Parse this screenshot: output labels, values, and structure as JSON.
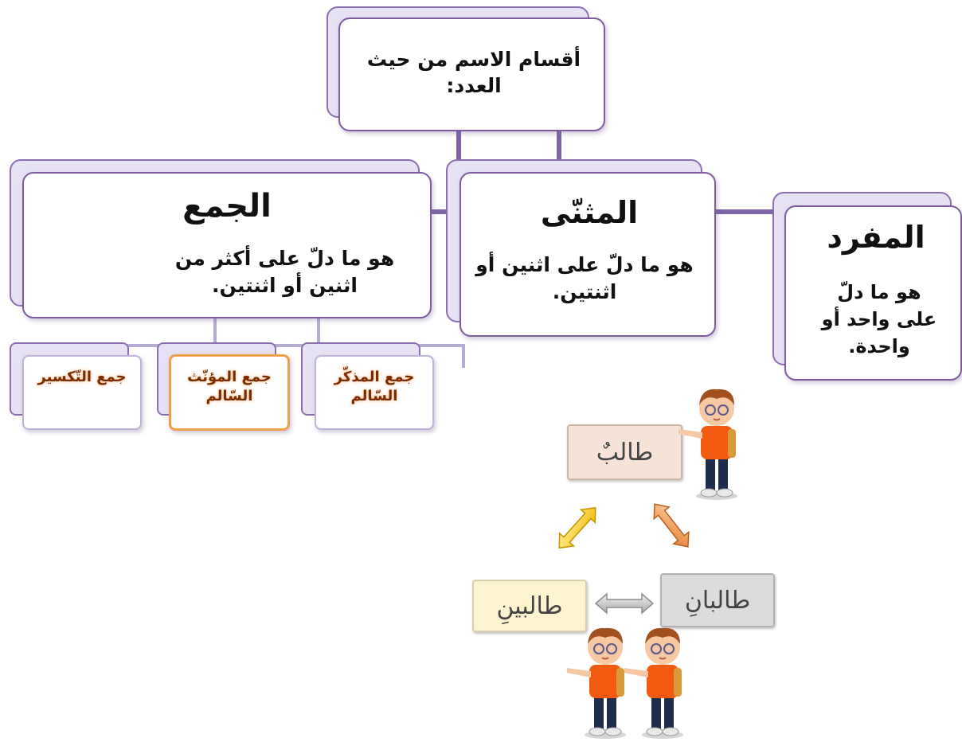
{
  "root": {
    "text": "أقسام الاسم من حيث العدد:"
  },
  "categories": {
    "mufrad": {
      "title": "المفرد",
      "desc": "هو ما دلّ على واحد أو واحدة."
    },
    "muthanna": {
      "title": "المثنّى",
      "desc": "هو ما دلّ على اثنين أو اثنتين."
    },
    "jam": {
      "title": "الجمع",
      "desc": "هو ما دلّ على أكثر من اثنين أو اثنتين."
    }
  },
  "plural_types": [
    {
      "label": "جمع المذكّر السّالم"
    },
    {
      "label": "جمع المؤنّث السّالم"
    },
    {
      "label": "جمع التّكسير"
    }
  ],
  "examples": {
    "singular": "طالبٌ",
    "dual": "طالبانِ",
    "plural": "طالبينِ"
  },
  "colors": {
    "connector": "#7e64a6",
    "highlight_border": "#f0a04c",
    "plural_type_text": "#7a2b00"
  }
}
